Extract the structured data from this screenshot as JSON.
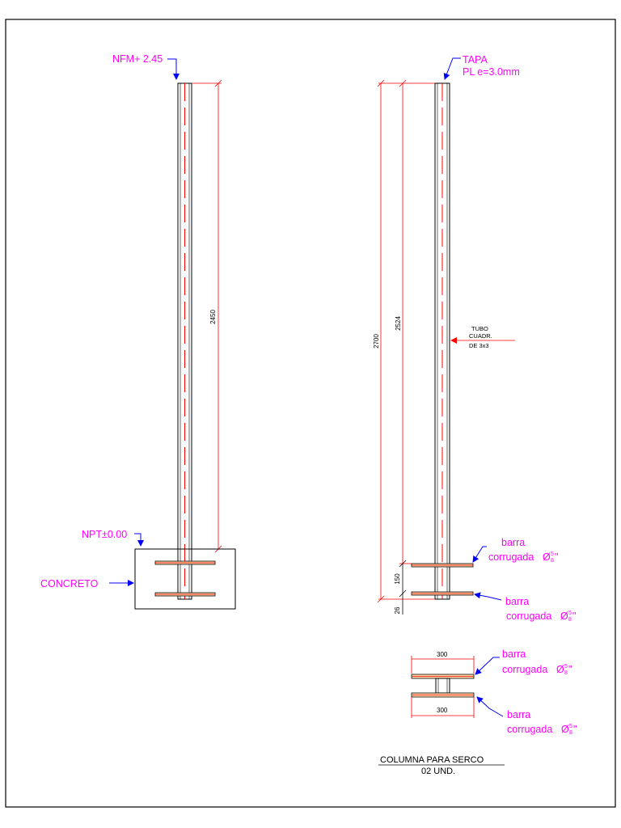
{
  "drawing": {
    "left_elevation": {
      "level_top": "NFM+ 2.45",
      "level_bottom": "NPT±0.00",
      "concrete_label": "CONCRETO",
      "dim_height": "2450"
    },
    "right_elevation": {
      "cap_label_1": "TAPA",
      "cap_label_2": "PL e=3.0mm",
      "dim_total": "2700",
      "dim_column": "2524",
      "dim_bar_spacing": "150",
      "dim_bottom": "26",
      "tube_label_1": "TUBO",
      "tube_label_2": "CUADR.",
      "tube_label_3": "DE 3x3",
      "bar_label_1a": "barra",
      "bar_label_1b": "corrugada",
      "bar_label_2a": "barra",
      "bar_label_2b": "corrugada",
      "bar_diameter": "Ø",
      "bar_fraction_num": "5",
      "bar_fraction_den": "8",
      "bar_inch": "\""
    },
    "base_detail": {
      "dim_top": "300",
      "dim_bottom": "300",
      "bar_label_3a": "barra",
      "bar_label_3b": "corrugada",
      "bar_label_4a": "barra",
      "bar_label_4b": "corrugada"
    },
    "title": "COLUMNA PARA SERCO",
    "subtitle": "02 UND."
  },
  "colors": {
    "annotation": "#ff00ff",
    "dimension": "#ff0000",
    "leader": "#0000ff",
    "outline": "#000000"
  }
}
